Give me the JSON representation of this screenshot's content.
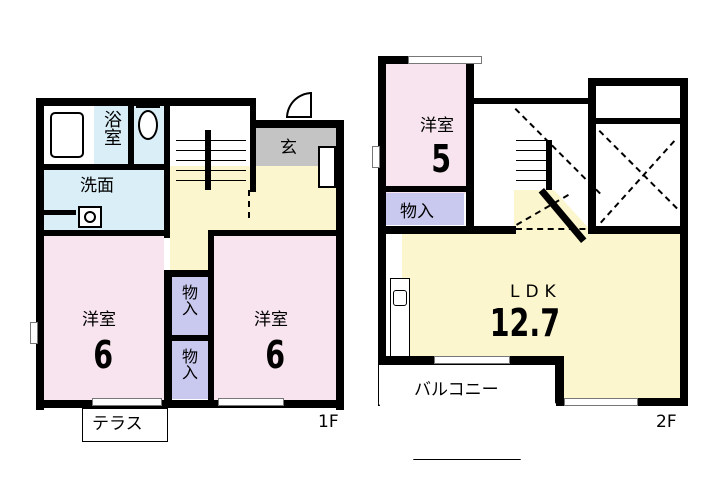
{
  "floor1": {
    "label": "1F",
    "rooms": [
      {
        "id": "bath",
        "label": "浴室"
      },
      {
        "id": "wash",
        "label": "洗面"
      },
      {
        "id": "entrance",
        "label": "玄"
      },
      {
        "id": "western-left",
        "label": "洋室",
        "size": "6"
      },
      {
        "id": "western-right",
        "label": "洋室",
        "size": "6"
      },
      {
        "id": "closet-upper",
        "label": "物入"
      },
      {
        "id": "closet-lower",
        "label": "物入"
      }
    ],
    "terrace": "テラス"
  },
  "floor2": {
    "label": "2F",
    "rooms": [
      {
        "id": "western",
        "label": "洋室",
        "size": "5"
      },
      {
        "id": "closet",
        "label": "物入"
      },
      {
        "id": "ldk",
        "label": "LDK",
        "size": "12.7"
      }
    ],
    "balcony": "バルコニー"
  },
  "colors": {
    "western": "#f7e4ee",
    "water": "#d9eef6",
    "hall": "#fbf6cd",
    "entrance": "#c4c4c4",
    "closet": "#c9c8ee",
    "wall": "#000000"
  }
}
